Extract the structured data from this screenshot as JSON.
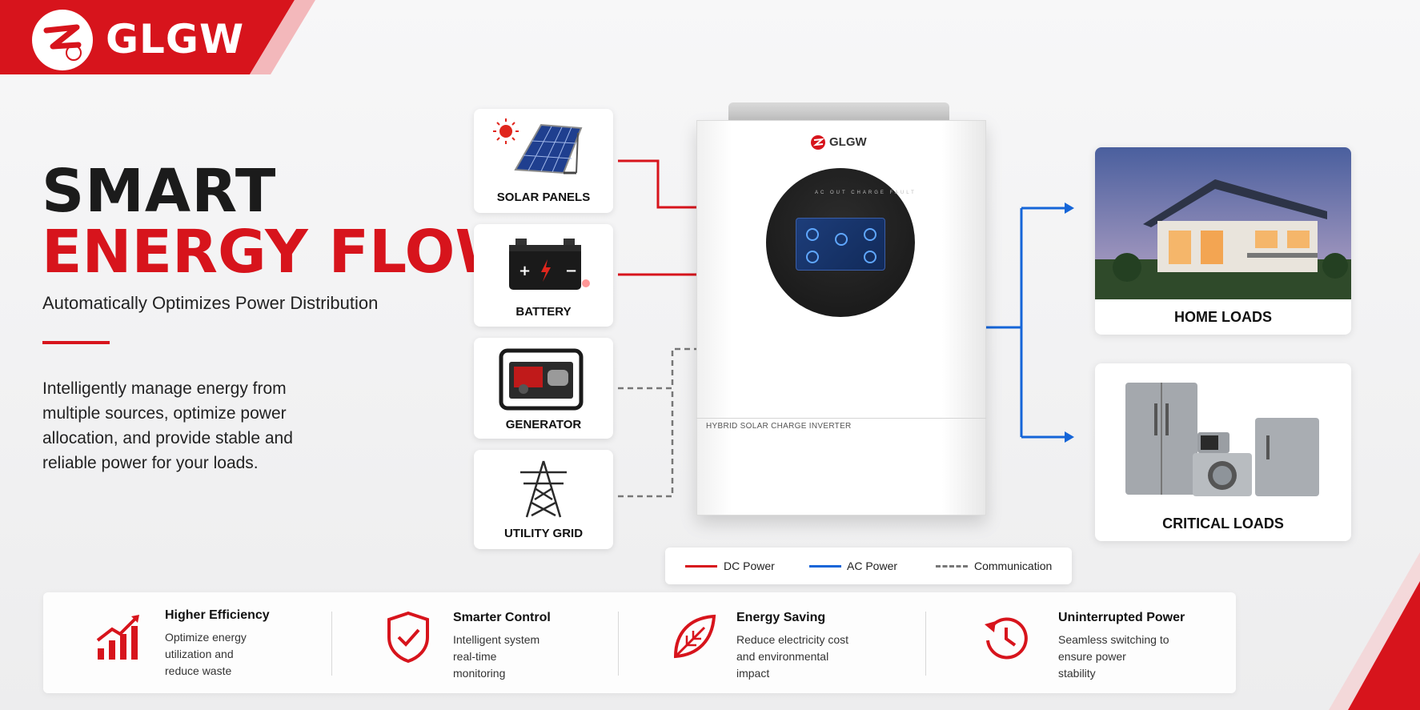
{
  "brand": {
    "name": "GLGW",
    "color": "#d7141c"
  },
  "headline": {
    "line1": "SMART",
    "line2": "ENERGY FLOW",
    "subtitle": "Automatically Optimizes Power Distribution",
    "description": "Intelligently manage energy from multiple sources, optimize power allocation, and provide stable and reliable power for your loads."
  },
  "sources": [
    {
      "label": "SOLAR PANELS",
      "icon": "solar-panel-icon"
    },
    {
      "label": "BATTERY",
      "icon": "battery-icon"
    },
    {
      "label": "GENERATOR",
      "icon": "generator-icon"
    },
    {
      "label": "UTILITY GRID",
      "icon": "power-tower-icon"
    }
  ],
  "inverter": {
    "brand": "GLGW",
    "model": "HYBRID SOLAR CHARGE INVERTER",
    "leds": "AC OUT  CHARGE  FAULT"
  },
  "loads": [
    {
      "label": "HOME LOADS",
      "icon": "house-image"
    },
    {
      "label": "CRITICAL LOADS",
      "icon": "appliances-image"
    }
  ],
  "legend": [
    {
      "label": "DC Power",
      "color": "#d7141c",
      "style": "solid"
    },
    {
      "label": "AC Power",
      "color": "#1565d8",
      "style": "solid"
    },
    {
      "label": "Communication",
      "color": "#777777",
      "style": "dashed"
    }
  ],
  "features": [
    {
      "title": "Higher Efficiency",
      "desc": [
        "Optimize energy",
        "utilization and",
        "reduce waste"
      ],
      "icon": "growth-chart-icon"
    },
    {
      "title": "Smarter Control",
      "desc": [
        "Intelligent system",
        "real-time",
        "monitoring"
      ],
      "icon": "shield-check-icon"
    },
    {
      "title": "Energy Saving",
      "desc": [
        "Reduce electricity cost",
        "and environmental",
        "impact"
      ],
      "icon": "leaf-icon"
    },
    {
      "title": "Uninterrupted Power",
      "desc": [
        "Seamless switching to",
        "ensure power",
        "stability"
      ],
      "icon": "clock-restore-icon"
    }
  ]
}
